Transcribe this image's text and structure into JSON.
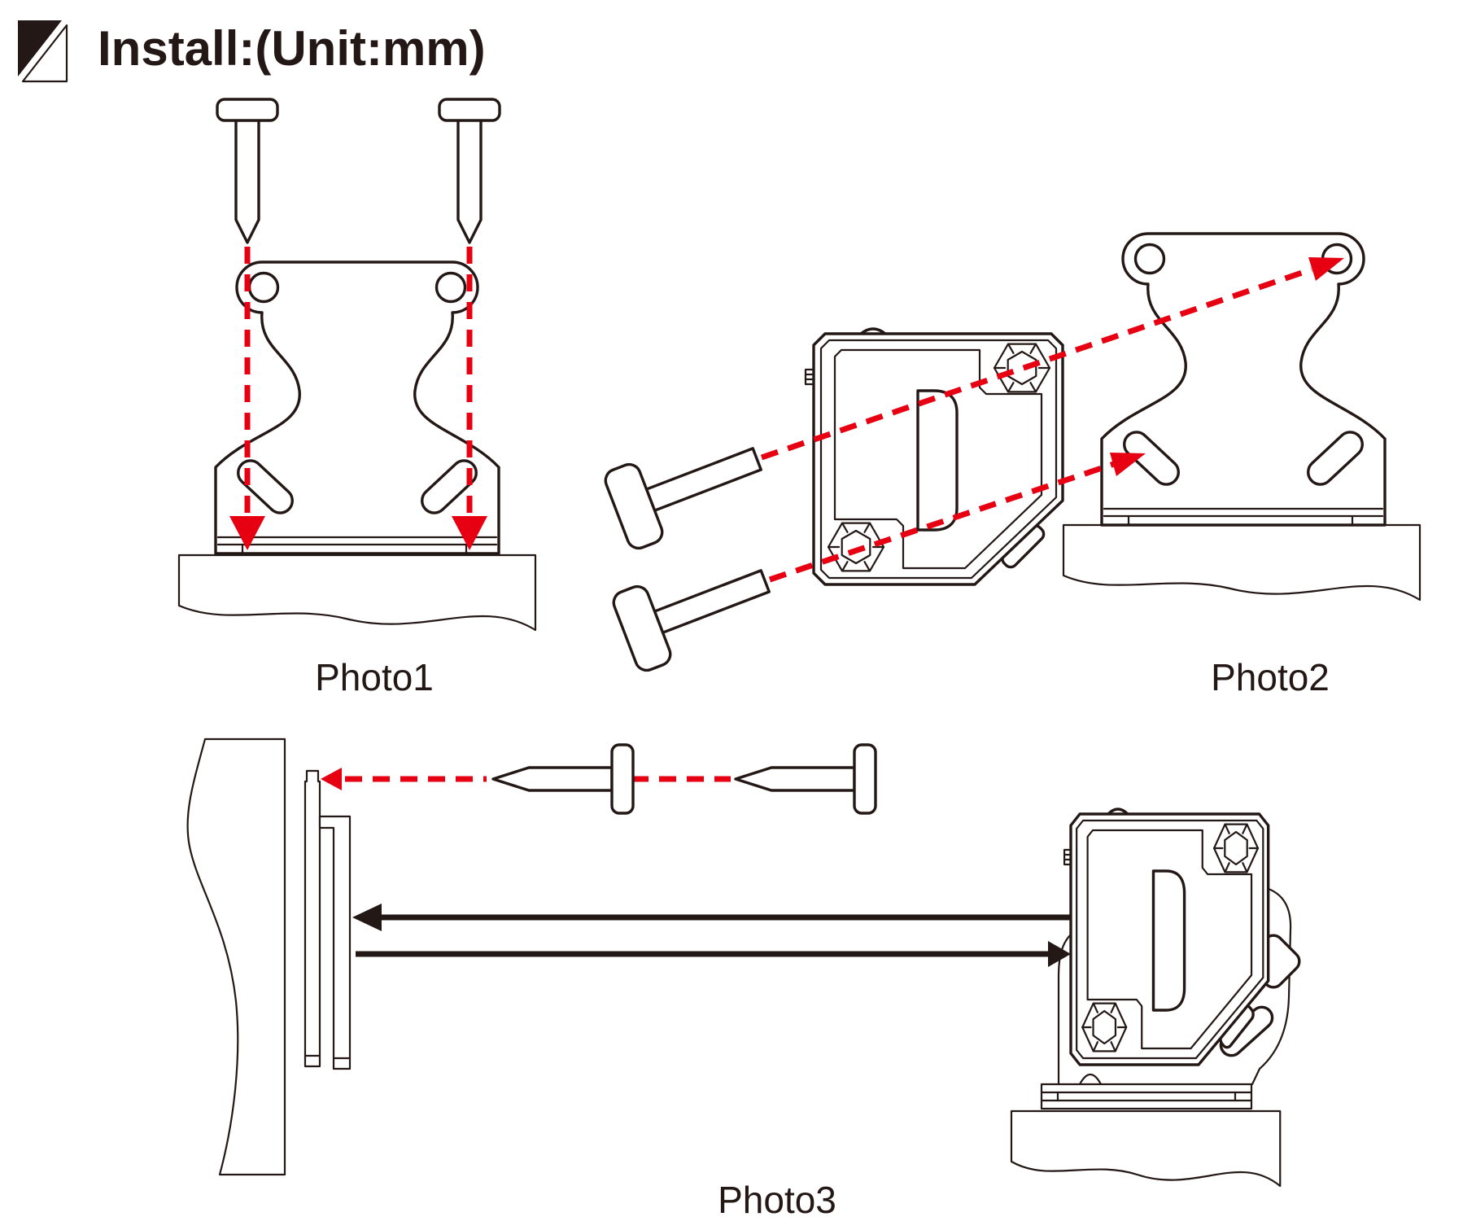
{
  "header": {
    "title": "Install:(Unit:mm)",
    "icon": "diagonal-split-square-icon"
  },
  "photos": {
    "photo1": {
      "label": "Photo1"
    },
    "photo2": {
      "label": "Photo2"
    },
    "photo3": {
      "label": "Photo3"
    }
  },
  "colors": {
    "line": "#231815",
    "accent_red": "#e60012",
    "background": "#ffffff"
  }
}
